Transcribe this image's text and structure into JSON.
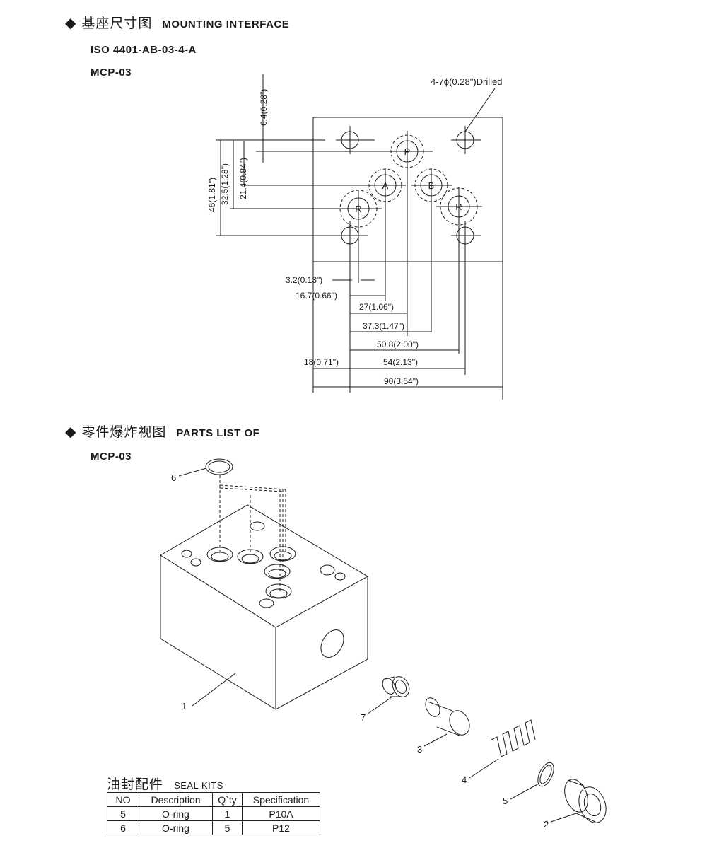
{
  "section1": {
    "bullet": "◆",
    "title_zh": "基座尺寸图",
    "title_en": "MOUNTING INTERFACE"
  },
  "standard": "ISO 4401-AB-03-4-A",
  "model_1": "MCP-03",
  "drilled_note": "4-7ϕ(0.28\")Drilled",
  "ports": {
    "p": "P",
    "a": "A",
    "b": "B",
    "r_left": "R",
    "r_right": "R"
  },
  "dims_vertical": [
    "6.4(0.28\")",
    "21.4(0.84\")",
    "32.5(1.28\")",
    "46(1.81\")"
  ],
  "dims_horizontal": [
    "3.2(0.13\")",
    "16.7(0.66\")",
    "27(1.06\")",
    "37.3(1.47\")",
    "50.8(2.00\")",
    "18(0.71\")",
    "54(2.13\")",
    "90(3.54\")"
  ],
  "section2": {
    "bullet": "◆",
    "title_zh": "零件爆炸视图",
    "title_en": "PARTS LIST OF"
  },
  "model_2": "MCP-03",
  "callouts": [
    "6",
    "1",
    "7",
    "3",
    "4",
    "5",
    "2"
  ],
  "seal_kits": {
    "title_zh": "油封配件",
    "title_en": "SEAL KITS",
    "headers": [
      "NO",
      "Description",
      "Q`ty",
      "Specification"
    ],
    "rows": [
      [
        "5",
        "O-ring",
        "1",
        "P10A"
      ],
      [
        "6",
        "O-ring",
        "5",
        "P12"
      ]
    ]
  }
}
